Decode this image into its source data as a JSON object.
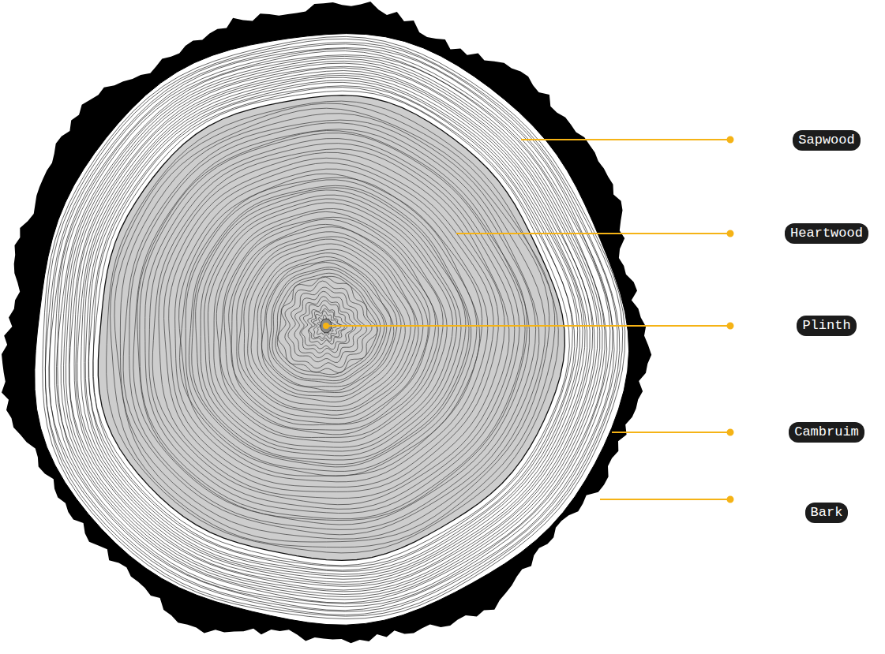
{
  "diagram": {
    "nodes": [
      {
        "text": [
          "Sapwood"
        ]
      },
      {
        "text": [
          "Heartwood"
        ]
      },
      {
        "text": [
          "Plinth"
        ]
      },
      {
        "text": [
          "Cambruim"
        ]
      },
      {
        "text": [
          "Bark"
        ]
      }
    ]
  }
}
